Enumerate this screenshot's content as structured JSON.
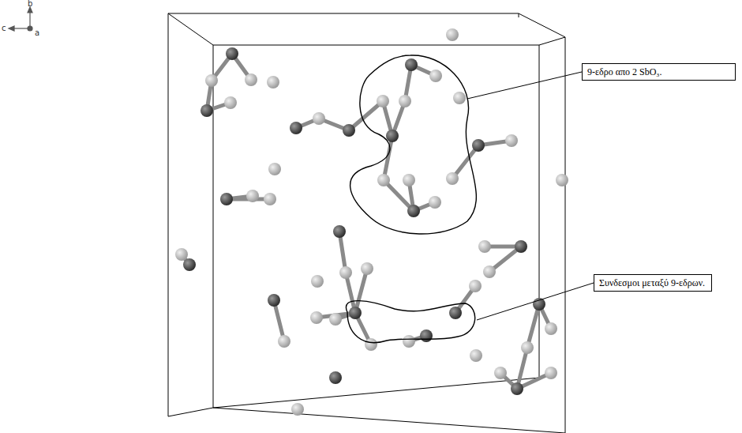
{
  "diagram": {
    "nodes": [
      {
        "text": [
          "9-εδρο απο 2 SbO₃."
        ]
      },
      {
        "text": [
          "Συνδεσμοι μεταξύ 9-εδρων."
        ]
      }
    ],
    "labels": [
      "b",
      "c",
      "a"
    ]
  }
}
